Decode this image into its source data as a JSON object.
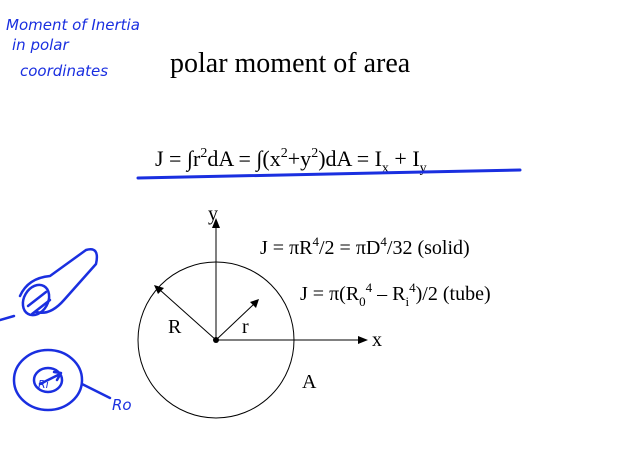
{
  "handwritten_note": [
    "Moment of Inertia",
    "in polar",
    "coordinates"
  ],
  "title": "polar moment of area",
  "main_equation": {
    "J": "J = ∫r",
    "sup2": "2",
    "dA_eq": "dA = ∫(x",
    "plus_y": "+y",
    "dA_close": ")dA = I",
    "x_sub": "x",
    "plus_I": " + I",
    "y_sub": "y"
  },
  "solid_formula": {
    "text1": "J = πR",
    "sup1": "4",
    "text2": "/2 = πD",
    "sup2": "4",
    "text3": "/32 (solid)"
  },
  "tube_formula": {
    "text1": "J = π(R",
    "sub1": "0",
    "sup1": "4",
    "text2": " – R",
    "sub2": "i",
    "sup2": "4",
    "text3": ")/2 (tube)"
  },
  "diagram": {
    "axis_y": "y",
    "axis_x": "x",
    "label_R": "R",
    "label_r": "r",
    "label_A": "A"
  },
  "sketch_labels": {
    "inner": "Ri",
    "outer": "Ro"
  },
  "colors": {
    "ink": "#000000",
    "pen_blue": "#1a2fe0"
  }
}
